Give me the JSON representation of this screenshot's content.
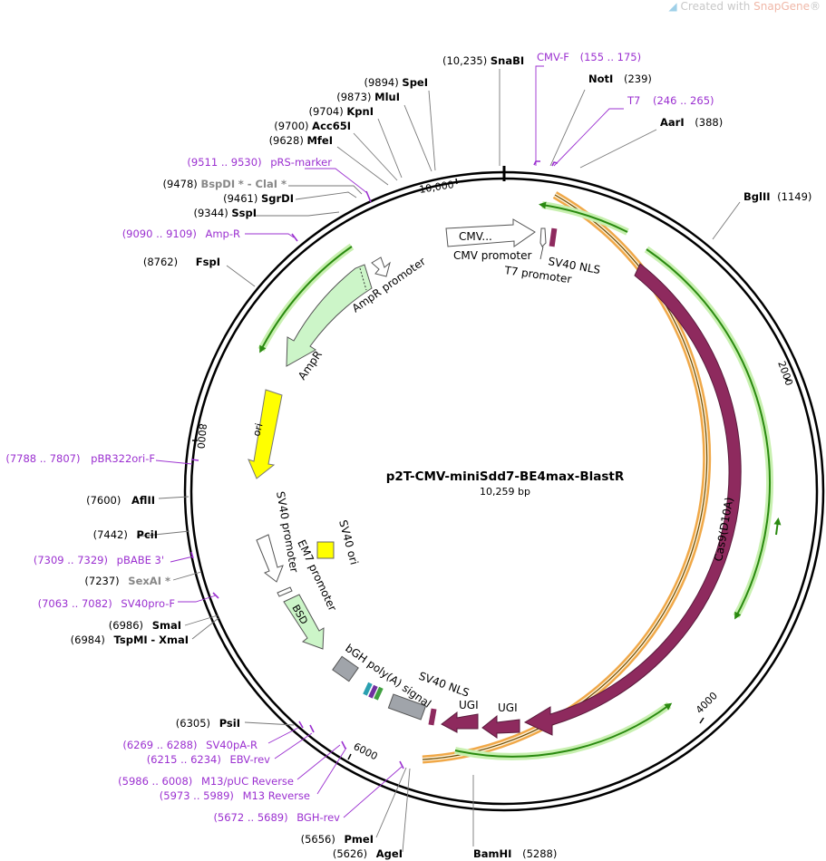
{
  "watermark": {
    "prefix": "Created with ",
    "brand": "SnapGene",
    "reg": "®"
  },
  "plasmid": {
    "name": "p2T-CMV-miniSdd7-BE4max-BlastR",
    "size_label": "10,259 bp",
    "length": 10259
  },
  "colors": {
    "backbone": "#000000",
    "primer": "#9b30d0",
    "enzyme": "#000000",
    "enzyme_gray": "#888888",
    "cds": "#8e2a5e",
    "green_arrow": "#2a8a10",
    "green_glow": "#c8f0b0",
    "orange_arc": "#f0a848",
    "ori": "#ffff00",
    "ampr": "#ccf5c8",
    "gray_feature": "#a0a4aa"
  },
  "ticks": [
    {
      "bp": 2000,
      "label": "2000"
    },
    {
      "bp": 4000,
      "label": "4000"
    },
    {
      "bp": 6000,
      "label": "6000"
    },
    {
      "bp": 8000,
      "label": "8000"
    },
    {
      "bp": 10000,
      "label": "10,000"
    }
  ],
  "labels": [
    {
      "kind": "enzyme",
      "pos": "(10,235)",
      "name": "SnaBI"
    },
    {
      "kind": "primer",
      "name": "CMV-F",
      "pos": "(155 .. 175)"
    },
    {
      "kind": "enzyme",
      "name": "NotI",
      "pos": "(239)"
    },
    {
      "kind": "primer",
      "name": "T7",
      "pos": "(246 .. 265)"
    },
    {
      "kind": "enzyme",
      "name": "AarI",
      "pos": "(388)"
    },
    {
      "kind": "enzyme",
      "name": "BglII",
      "pos": "(1149)"
    },
    {
      "kind": "enzyme",
      "pos": "(9894)",
      "name": "SpeI"
    },
    {
      "kind": "enzyme",
      "pos": "(9873)",
      "name": "MluI"
    },
    {
      "kind": "enzyme",
      "pos": "(9704)",
      "name": "KpnI"
    },
    {
      "kind": "enzyme",
      "pos": "(9700)",
      "name": "Acc65I"
    },
    {
      "kind": "enzyme",
      "pos": "(9628)",
      "name": "MfeI"
    },
    {
      "kind": "primer",
      "pos": "(9511 .. 9530)",
      "name": "pRS-marker"
    },
    {
      "kind": "enzyme",
      "pos": "(9478)",
      "name": "BspDI",
      "extra": "* - ClaI *"
    },
    {
      "kind": "enzyme",
      "pos": "(9461)",
      "name": "SgrDI"
    },
    {
      "kind": "enzyme",
      "pos": "(9344)",
      "name": "SspI"
    },
    {
      "kind": "primer",
      "pos": "(9090 .. 9109)",
      "name": "Amp-R"
    },
    {
      "kind": "enzyme",
      "pos": "(8762)",
      "name": "FspI"
    },
    {
      "kind": "primer",
      "pos": "(7788 .. 7807)",
      "name": "pBR322ori-F"
    },
    {
      "kind": "enzyme",
      "pos": "(7600)",
      "name": "AflII"
    },
    {
      "kind": "enzyme",
      "pos": "(7442)",
      "name": "PciI"
    },
    {
      "kind": "primer",
      "pos": "(7309 .. 7329)",
      "name": "pBABE 3'"
    },
    {
      "kind": "enzyme_gray",
      "pos": "(7237)",
      "name": "SexAI *"
    },
    {
      "kind": "primer",
      "pos": "(7063 .. 7082)",
      "name": "SV40pro-F"
    },
    {
      "kind": "enzyme",
      "pos": "(6986)",
      "name": "SmaI"
    },
    {
      "kind": "enzyme",
      "pos": "(6984)",
      "name": "TspMI",
      "extra": "- XmaI"
    },
    {
      "kind": "enzyme",
      "pos": "(6305)",
      "name": "PsiI"
    },
    {
      "kind": "primer",
      "pos": "(6269 .. 6288)",
      "name": "SV40pA-R"
    },
    {
      "kind": "primer",
      "pos": "(6215 .. 6234)",
      "name": "EBV-rev"
    },
    {
      "kind": "primer",
      "pos": "(5986 .. 6008)",
      "name": "M13/pUC Reverse"
    },
    {
      "kind": "primer",
      "pos": "(5973 .. 5989)",
      "name": "M13 Reverse"
    },
    {
      "kind": "primer",
      "pos": "(5672 .. 5689)",
      "name": "BGH-rev"
    },
    {
      "kind": "enzyme",
      "pos": "(5656)",
      "name": "PmeI"
    },
    {
      "kind": "enzyme",
      "pos": "(5626)",
      "name": "AgeI"
    },
    {
      "kind": "enzyme",
      "name": "BamHI",
      "pos": "(5288)"
    }
  ],
  "features": [
    {
      "name": "CMV...",
      "type": "promoter"
    },
    {
      "name": "CMV promoter",
      "type": "promoter"
    },
    {
      "name": "T7 promoter",
      "type": "promoter"
    },
    {
      "name": "SV40 NLS",
      "type": "cds"
    },
    {
      "name": "AmpR promoter",
      "type": "promoter"
    },
    {
      "name": "AmpR",
      "type": "cds"
    },
    {
      "name": "ori",
      "type": "rep_origin"
    },
    {
      "name": "SV40 promoter",
      "type": "promoter"
    },
    {
      "name": "SV40 ori",
      "type": "rep_origin"
    },
    {
      "name": "EM7 promoter",
      "type": "promoter"
    },
    {
      "name": "BSD",
      "type": "cds"
    },
    {
      "name": "bGH poly(A) signal",
      "type": "terminator"
    },
    {
      "name": "SV40 NLS",
      "type": "cds"
    },
    {
      "name": "UGI",
      "type": "cds"
    },
    {
      "name": "UGI",
      "type": "cds"
    },
    {
      "name": "Cas9(D10A)",
      "type": "cds"
    }
  ]
}
